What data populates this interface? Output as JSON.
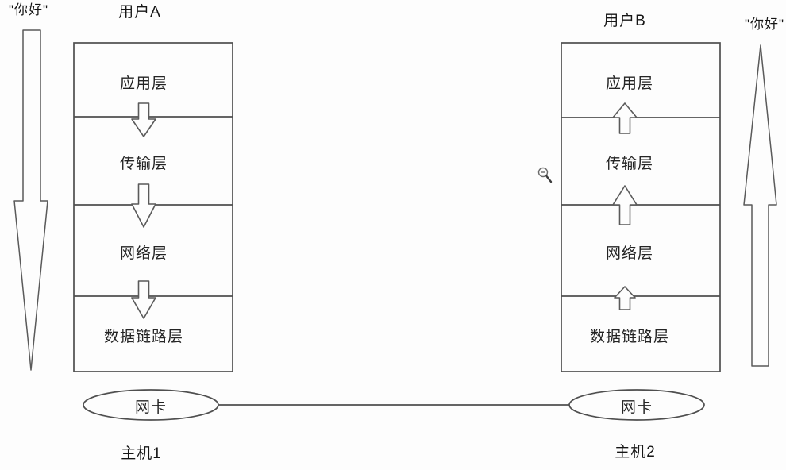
{
  "diagram": {
    "title_hint": "message flow through network protocol stacks",
    "left": {
      "message": "\"你好\"",
      "user_label": "用户A",
      "layers": [
        "应用层",
        "传输层",
        "网络层",
        "数据链路层"
      ],
      "nic_label": "网卡",
      "host_label": "主机1",
      "flow_direction": "down"
    },
    "right": {
      "message": "\"你好\"",
      "user_label": "用户B",
      "layers": [
        "应用层",
        "传输层",
        "网络层",
        "数据链路层"
      ],
      "nic_label": "网卡",
      "host_label": "主机2",
      "flow_direction": "up"
    },
    "colors": {
      "stroke": "#4f4f4f",
      "text": "#1c1c1c",
      "background": "#fdfdfd"
    },
    "icons": {
      "cursor": "zoom-out-magnifier"
    }
  }
}
